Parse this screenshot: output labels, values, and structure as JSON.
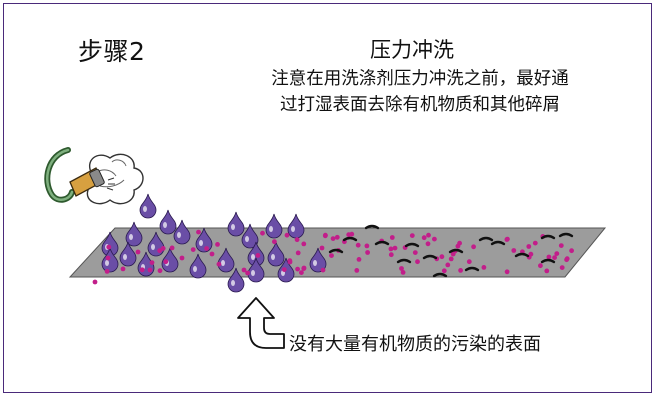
{
  "diagram": {
    "step_label": "步骤2",
    "title": "压力冲洗",
    "description_line1": "注意在用洗涤剂压力冲洗之前，最好通",
    "description_line2": "过打湿表面去除有机物质和其他碎屑",
    "caption": "没有大量有机物质的污染的表面"
  },
  "colors": {
    "border": "#4a2a7a",
    "surface": "#9c9c9c",
    "droplet": "#6a4ea6",
    "dirt_dot": "#c21e8a",
    "debris": "#111111",
    "arrow_fill": "#ffffff",
    "arrow_stroke": "#111111"
  },
  "icons": [
    "pressure-washer-nozzle-icon",
    "water-droplet-icon",
    "up-arrow-icon"
  ]
}
